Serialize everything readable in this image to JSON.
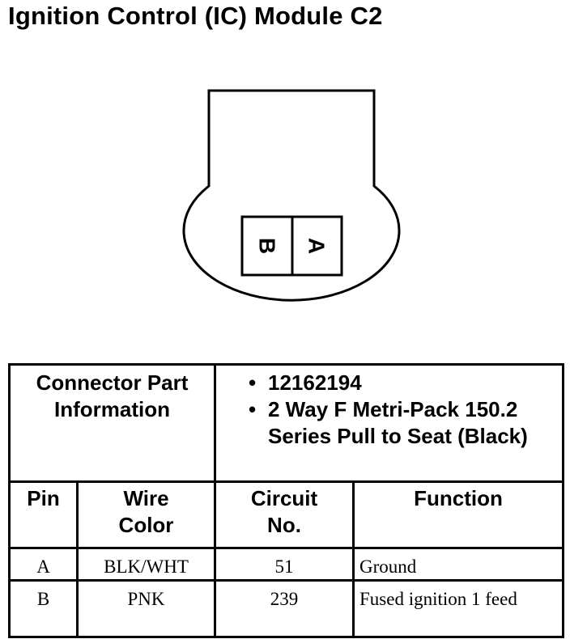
{
  "title": "Ignition Control (IC) Module C2",
  "connector": {
    "cavities": [
      {
        "label": "B",
        "name": "cavity-b"
      },
      {
        "label": "A",
        "name": "cavity-a"
      }
    ]
  },
  "part_info": {
    "label_line1": "Connector Part",
    "label_line2": "Information",
    "items": [
      "12162194",
      "2 Way F Metri-Pack 150.2 Series Pull to Seat (Black)"
    ]
  },
  "columns": {
    "pin": "Pin",
    "wire_color_line1": "Wire",
    "wire_color_line2": "Color",
    "circuit_line1": "Circuit",
    "circuit_line2": "No.",
    "function": "Function"
  },
  "rows": [
    {
      "pin": "A",
      "wire_color": "BLK/WHT",
      "circuit": "51",
      "function": "Ground"
    },
    {
      "pin": "B",
      "wire_color": "PNK",
      "circuit": "239",
      "function": "Fused ignition 1 feed"
    }
  ]
}
